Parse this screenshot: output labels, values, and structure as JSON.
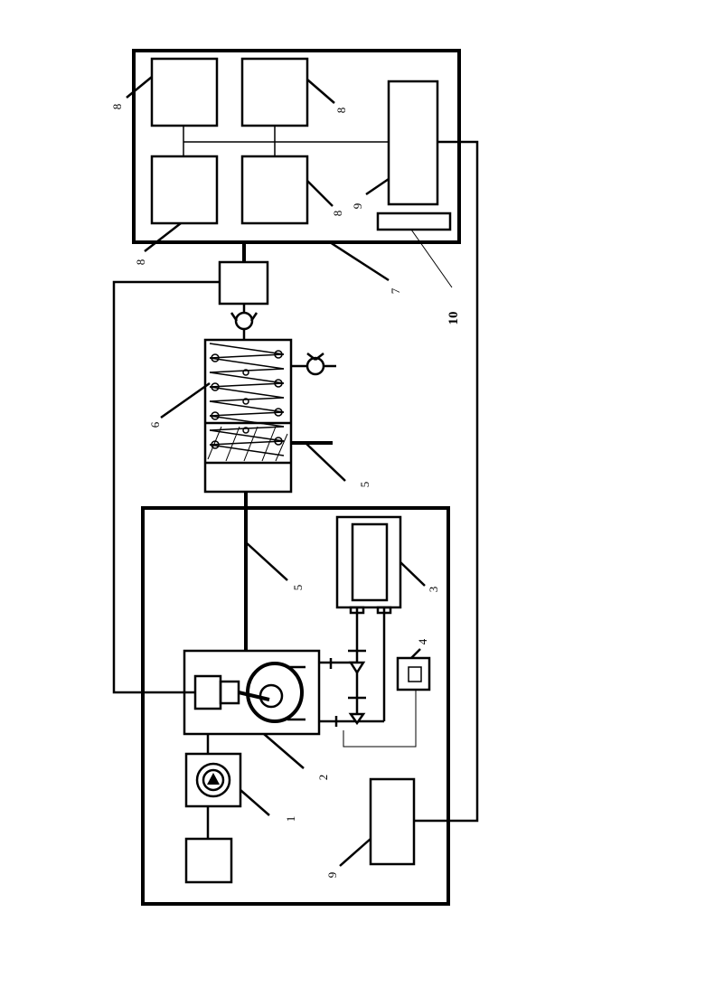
{
  "diagram": {
    "labels": {
      "l1": "1",
      "l2": "2",
      "l3": "3",
      "l4": "4",
      "l5a": "5",
      "l5b": "5",
      "l6": "6",
      "l7": "7",
      "l8a": "8",
      "l8b": "8",
      "l8c": "8",
      "l8d": "8",
      "l9a": "9",
      "l9b": "9",
      "l10": "10"
    }
  }
}
